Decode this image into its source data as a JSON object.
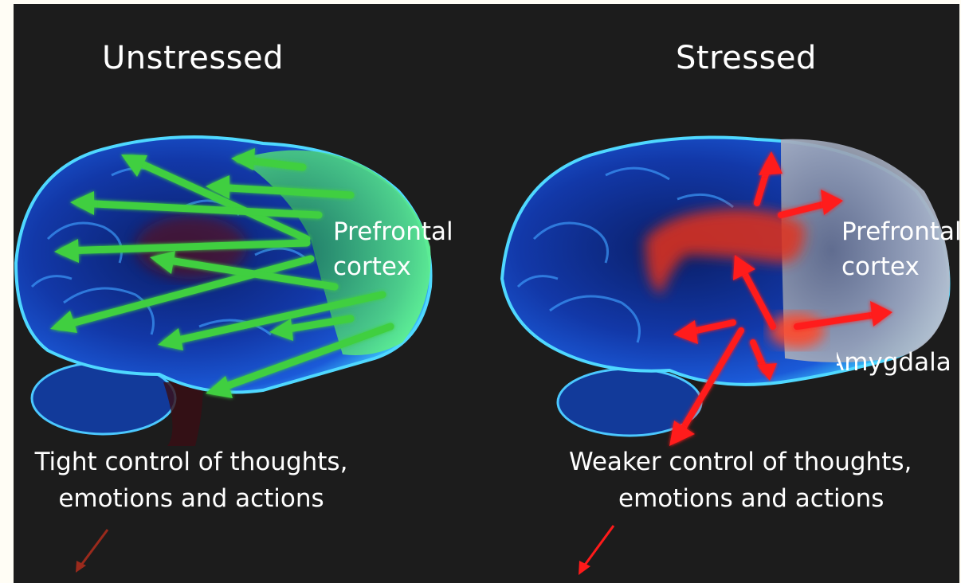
{
  "panels": {
    "unstressed": {
      "title": "Unstressed",
      "region_label_line1": "Prefrontal",
      "region_label_line2": "cortex",
      "caption_line1": "Tight control of thoughts,",
      "caption_line2": "emotions and actions",
      "arrow_color": "#3fcf3f"
    },
    "stressed": {
      "title": "Stressed",
      "region_label_line1": "Prefrontal",
      "region_label_line2": "cortex",
      "amygdala_label": "Amygdala",
      "caption_line1": "Weaker control of thoughts,",
      "caption_line2": "emotions and actions",
      "arrow_color": "#ff1a1a"
    }
  },
  "colors": {
    "background": "#1c1c1c",
    "brain_blue": "#1b4fd6",
    "brain_edge": "#5ee0ff",
    "prefrontal_green": "#3bd36a",
    "prefrontal_gray": "#9aa3b8",
    "amygdala_red": "#ff3a2a"
  }
}
